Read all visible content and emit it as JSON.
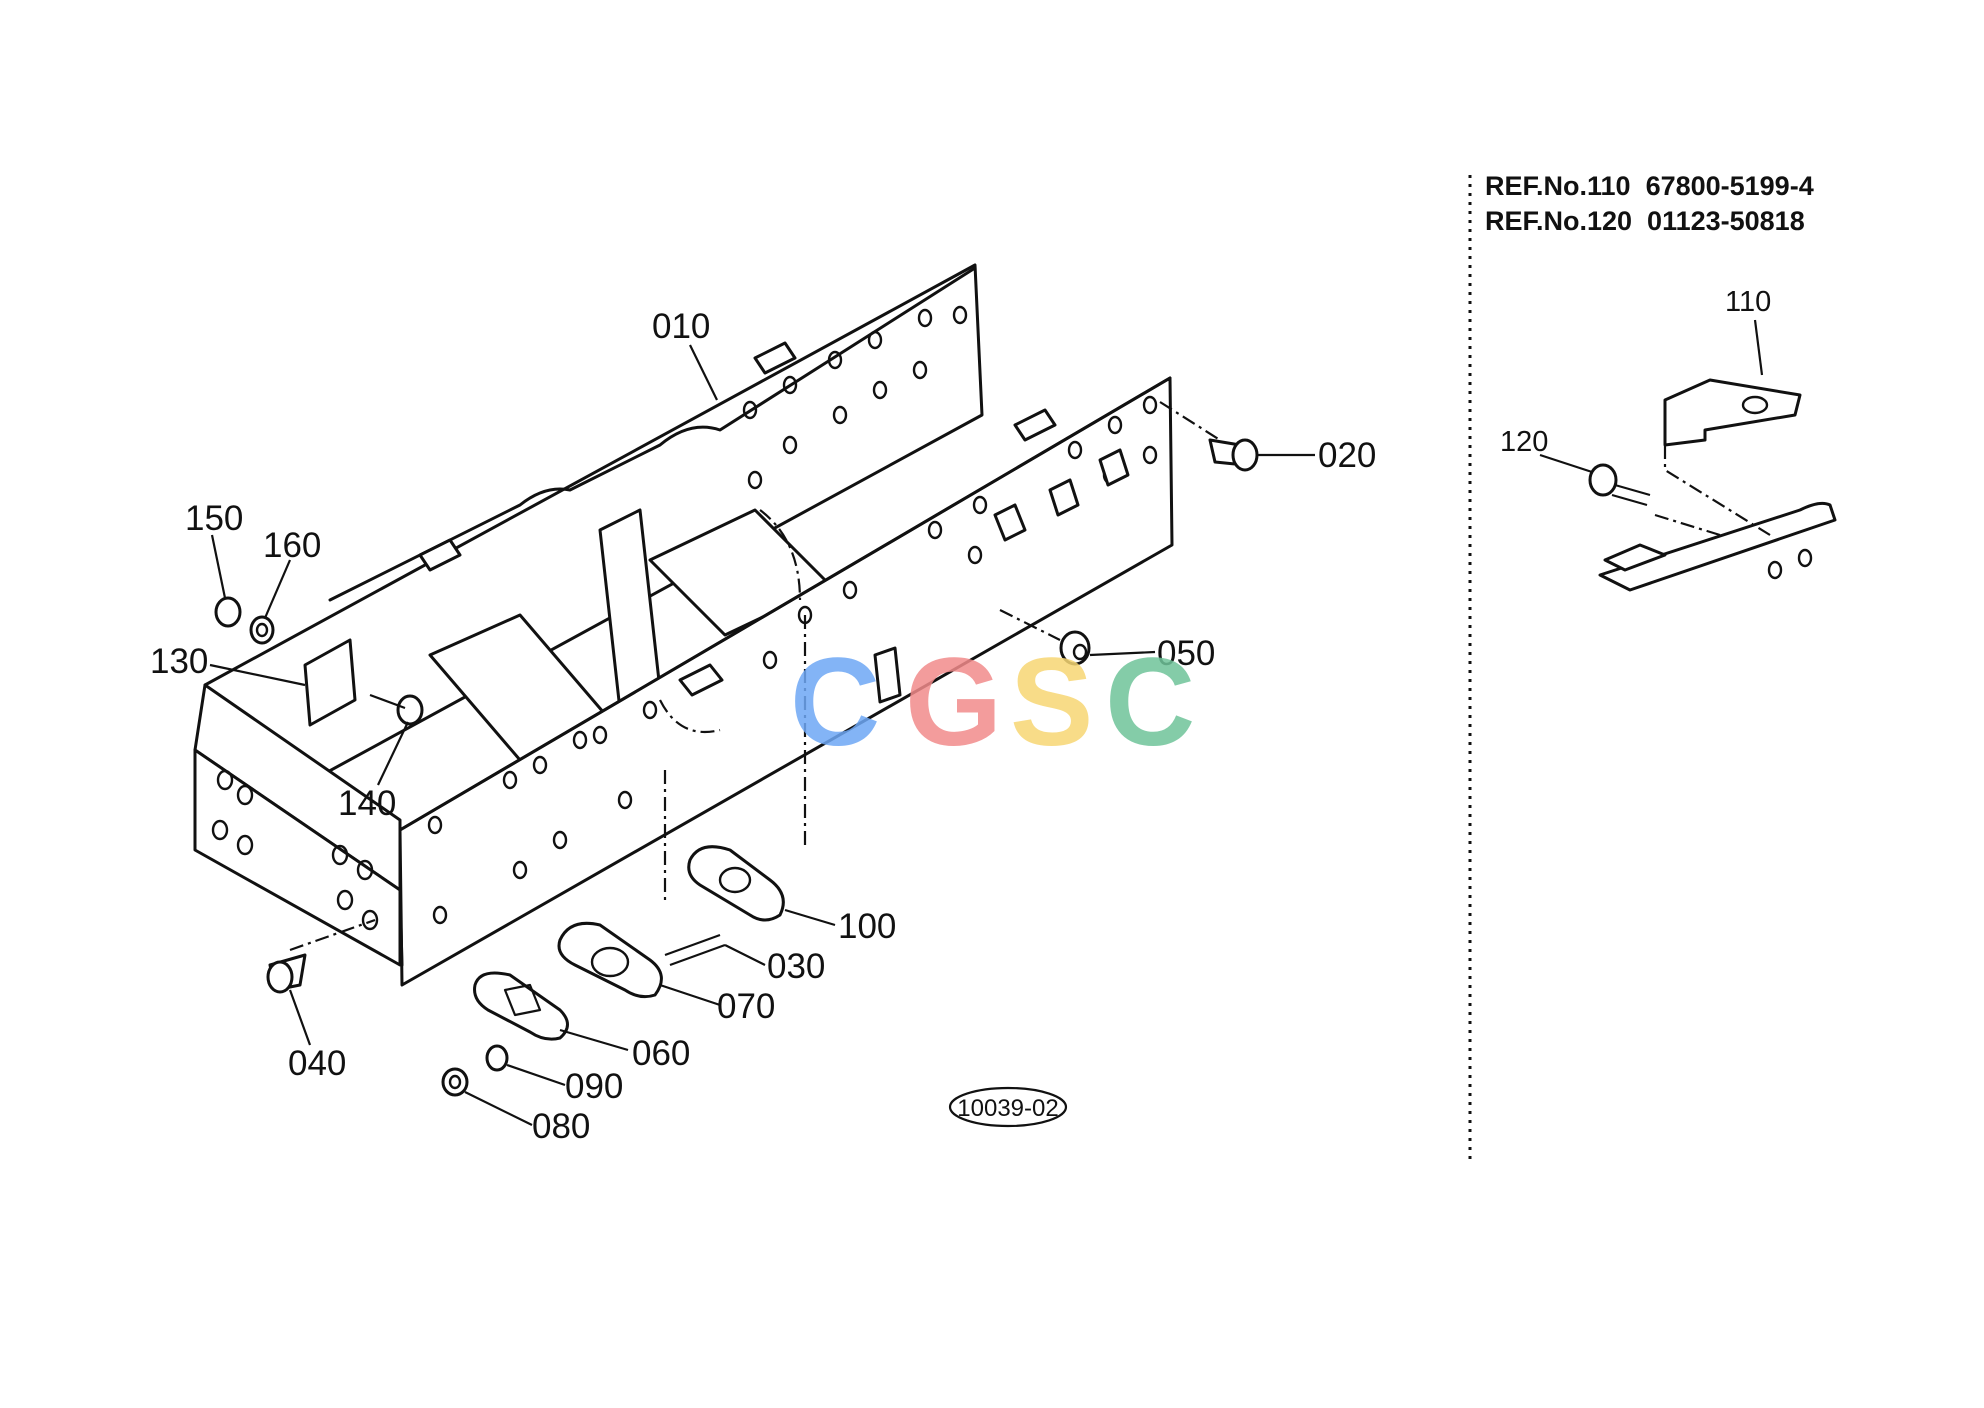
{
  "diagram": {
    "part_labels": {
      "p010": "010",
      "p020": "020",
      "p030": "030",
      "p040": "040",
      "p050": "050",
      "p060": "060",
      "p070": "070",
      "p080": "080",
      "p090": "090",
      "p100": "100",
      "p130": "130",
      "p140": "140",
      "p150": "150",
      "p160": "160",
      "p110": "110",
      "p120": "120"
    },
    "ref_notes": {
      "line1": "REF.No.110  67800-5199-4",
      "line2": "REF.No.120  01123-50818"
    },
    "drawing_code": "10039-02",
    "watermark": {
      "letters": [
        "C",
        "G",
        "S",
        "C"
      ],
      "colors": [
        "#6ea8f5",
        "#f28b8b",
        "#f7d774",
        "#6fc49a"
      ]
    }
  }
}
